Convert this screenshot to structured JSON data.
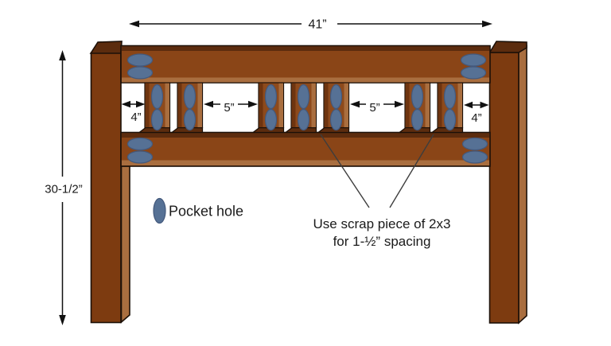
{
  "colors": {
    "background": "#ffffff",
    "rail_wood": "#8a4517",
    "leg_front": "#7d3b10",
    "wood_side_light": "#a96e3f",
    "wood_dark": "#5c2c0e",
    "slat_face": "#8d4a1c",
    "slat_edge_dark": "#6e340f",
    "pocket_hole_fill": "#567195",
    "pocket_hole_stroke": "#44597c"
  },
  "dimensions": {
    "overall_width": "41”",
    "overall_height": "30-1/2”",
    "left_end_gap": "4”",
    "right_end_gap": "4”",
    "left_slat_gap": "5”",
    "right_slat_gap": "5”"
  },
  "legend": {
    "pocket_hole": "Pocket hole"
  },
  "annotation": {
    "line1": "Use scrap piece of 2x3",
    "line2": "for 1-½” spacing"
  }
}
